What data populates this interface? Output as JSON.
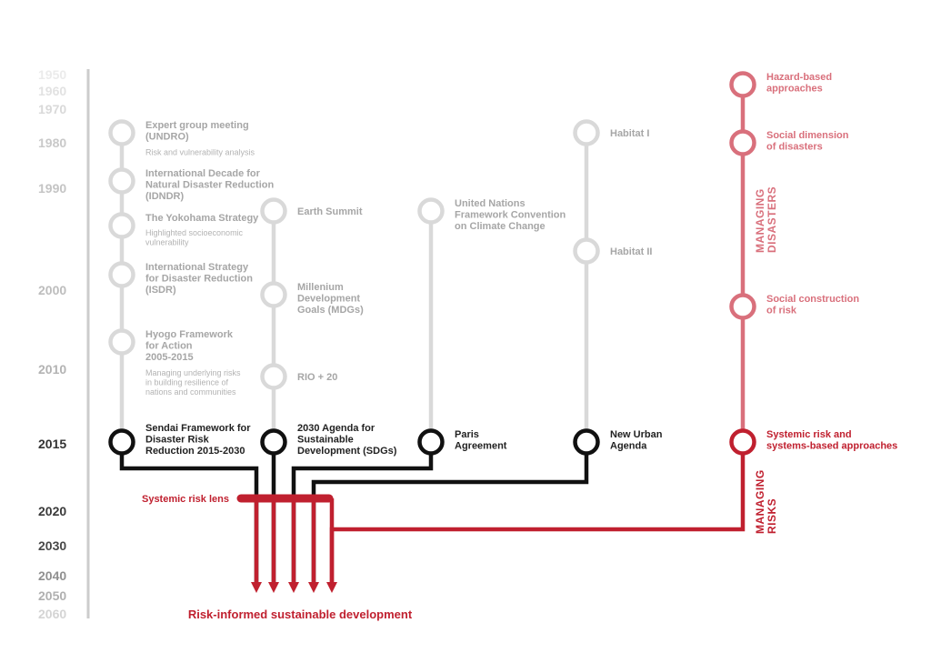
{
  "years": [
    {
      "label": "1950",
      "color": "#ebebeb"
    },
    {
      "label": "1960",
      "color": "#e2e2e2"
    },
    {
      "label": "1970",
      "color": "#d9d9d9"
    },
    {
      "label": "1980",
      "color": "#c9c9c9"
    },
    {
      "label": "1990",
      "color": "#c4c4c4"
    },
    {
      "label": "2000",
      "color": "#bdbdbd"
    },
    {
      "label": "2010",
      "color": "#b3b3b3"
    },
    {
      "label": "2015",
      "color": "#333333"
    },
    {
      "label": "2020",
      "color": "#3a3a3a"
    },
    {
      "label": "2030",
      "color": "#484848"
    },
    {
      "label": "2040",
      "color": "#909090"
    },
    {
      "label": "2050",
      "color": "#b0b0b0"
    },
    {
      "label": "2060",
      "color": "#d4d4d4"
    }
  ],
  "columns": [
    {
      "milestones": [
        {
          "title": [
            "Expert group meeting",
            "(UNDRO)"
          ],
          "sub": [
            "Risk and vulnerability analysis"
          ]
        },
        {
          "title": [
            "International Decade for",
            "Natural Disaster Reduction",
            "(IDNDR)"
          ],
          "sub": []
        },
        {
          "title": [
            "The Yokohama Strategy"
          ],
          "sub": [
            "Highlighted socioeconomic",
            "vulnerability"
          ]
        },
        {
          "title": [
            "International Strategy",
            "for Disaster Reduction",
            "(ISDR)"
          ],
          "sub": []
        },
        {
          "title": [
            "Hyogo Framework",
            "for Action",
            "2005-2015"
          ],
          "sub": [
            "Managing underlying risks",
            "in building resilience of",
            "nations and communities"
          ]
        }
      ],
      "final": {
        "title": [
          "Sendai Framework for",
          "Disaster Risk",
          "Reduction 2015-2030"
        ]
      }
    },
    {
      "milestones": [
        {
          "title": [
            "Earth Summit"
          ],
          "sub": []
        },
        {
          "title": [
            "Millenium",
            "Development",
            "Goals (MDGs)"
          ],
          "sub": []
        },
        {
          "title": [
            "RIO + 20"
          ],
          "sub": []
        }
      ],
      "final": {
        "title": [
          "2030 Agenda for",
          "Sustainable",
          "Development (SDGs)"
        ]
      }
    },
    {
      "milestones": [
        {
          "title": [
            "United Nations",
            "Framework Convention",
            "on Climate Change"
          ],
          "sub": []
        }
      ],
      "final": {
        "title": [
          "Paris",
          "Agreement"
        ]
      }
    },
    {
      "milestones": [
        {
          "title": [
            "Habitat I"
          ],
          "sub": []
        },
        {
          "title": [
            "Habitat II"
          ],
          "sub": []
        }
      ],
      "final": {
        "title": [
          "New Urban",
          "Agenda"
        ]
      }
    },
    {
      "milestones": [
        {
          "title": [
            "Hazard-based",
            "approaches"
          ],
          "sub": []
        },
        {
          "title": [
            "Social dimension",
            "of disasters"
          ],
          "sub": []
        },
        {
          "title": [
            "Social construction",
            "of risk"
          ],
          "sub": []
        }
      ],
      "final": {
        "title": [
          "Systemic risk and",
          "systems-based approaches"
        ]
      }
    }
  ],
  "side_labels": {
    "managing_disasters": [
      "MANAGING",
      "DISASTERS"
    ],
    "managing_risks": [
      "MANAGING",
      "RISKS"
    ]
  },
  "lens_label": "Systemic risk lens",
  "outcome_label": "Risk-informed sustainable development",
  "colors": {
    "grey_line": "#d9d9d9",
    "grey_text": "#a6a6a6",
    "grey_sub": "#b3b3b3",
    "black": "#111111",
    "red": "#c0202f",
    "light_red": "#d9707c",
    "axis": "#cccccc"
  }
}
